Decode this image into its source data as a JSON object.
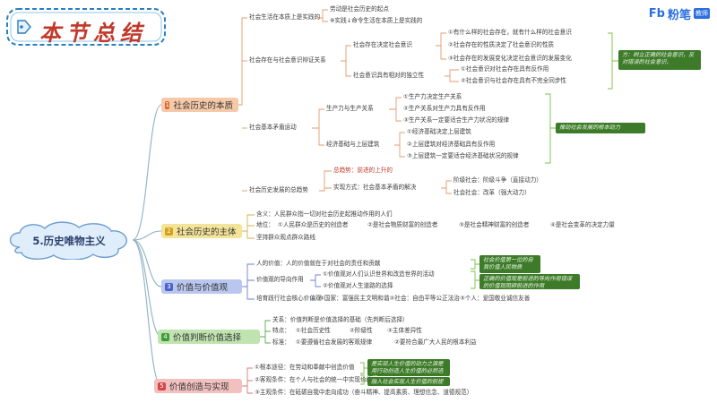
{
  "header": {
    "title": "本节总结",
    "brand_mark": "Fb",
    "brand_name": "粉笔",
    "brand_tag": "教师"
  },
  "root": {
    "label": "5.历史唯物主义"
  },
  "colors": {
    "branch1_bg": "#f6c9a8",
    "branch1_num": "#e0662a",
    "branch2_bg": "#f4e49a",
    "branch2_num": "#d4a21a",
    "branch3_bg": "#b9c6ee",
    "branch3_num": "#4a63c9",
    "branch4_bg": "#bfe4b0",
    "branch4_num": "#3f9a3a",
    "branch5_bg": "#f3c0c0",
    "branch5_num": "#d04848",
    "note_bg": "#3d7a2a",
    "line": "#8fb0c4"
  },
  "branches": [
    {
      "num": "1",
      "label": "社会历史的本质"
    },
    {
      "num": "2",
      "label": "社会历史的主体"
    },
    {
      "num": "3",
      "label": "价值与价值观"
    },
    {
      "num": "4",
      "label": "价值判断价值选择"
    },
    {
      "num": "5",
      "label": "价值创造与实现"
    }
  ],
  "b1": {
    "s1": {
      "label": "社会生活在本质上是实践的",
      "i1": "劳动是社会历史的起点",
      "i2": "※实践↓命令生活在本质上是实践的"
    },
    "s2": {
      "label": "社会存在与社会意识辩证关系",
      "a": {
        "label": "社会存在决定社会意识",
        "i1": "①有什么样的社会存在，就有什么样的社会意识",
        "i2": "②社会存在的性质决定了社会意识的性质",
        "i3": "③社会存在的发展变化决定社会意识的发展变化"
      },
      "b": {
        "label": "社会意识具有相对的独立性",
        "i1": "①社会意识对社会存在具有反作用",
        "i2": "②社会意识与社会存在具有不完全同步性"
      },
      "note": "方：树立正确的社会意识，反对错误的社会意识。"
    },
    "s3": {
      "label": "社会基本矛盾运动",
      "a": {
        "label": "生产力与生产关系",
        "i1": "①生产力决定生产关系",
        "i2": "②生产关系对生产力具有反作用",
        "i3": "③生产关系一定要适合生产力状况的规律"
      },
      "b": {
        "label": "经济基础与上层建筑",
        "i1": "①经济基础决定上层建筑",
        "i2": "②上层建筑对经济基础具有反作用",
        "i3": "③上层建筑一定要适合经济基础状况的规律"
      },
      "note": "推动社会发展的根本动力"
    },
    "s4": {
      "label": "社会历史发展的总趋势",
      "i1": "总趋势：前进的上升的",
      "i2": "实现方式：社会基本矛盾的解决",
      "c1": "阶级社会：阶级斗争（直接动力）",
      "c2": "社会社会：改革（强大动力）"
    }
  },
  "b2": {
    "i1": "含义：人民群众指一切对社会历史起推动作用的人们",
    "i2": "地位：",
    "i2a": "①人民群众是历史的创造者",
    "i2b": "②是社会物质财富的创造者",
    "i2c": "③是社会精神财富的创造者",
    "i2d": "④是社会变革的决定力量",
    "i3": "坚持群众观点群众路线"
  },
  "b3": {
    "i1": "人的价值：人的价值就在于对社会的责任和贡献",
    "i2": "价值观的导向作用",
    "i2a": "①价值观对人们认识世界和改造世界的活动",
    "i2b": "②价值观对人生道路的选择",
    "i3": "培育践行社会核心价值观",
    "i3a": "③国家：富强民主文明和谐②社会：自由平等公正法治③个人：爱国敬业诚信友善",
    "note1": "社会价值第一位的自我价值人民物质",
    "note2": "正确的价值观是前进的导向作用错误的价值观阻碍前进的作用"
  },
  "b4": {
    "i1": "关系：价值判断是价值选择的基础（先判断后选择）",
    "i2": "特点：",
    "i2a": "①社会历史性",
    "i2b": "②阶级性",
    "i2c": "③主体差异性",
    "i3": "标准：",
    "i3a": "①要遵循社会发展的客观规律",
    "i3b": "②要符合最广大人民的根本利益"
  },
  "b5": {
    "i1": "①根本途径：在劳动和奉献中创造价值",
    "i2": "②客观条件：在个人与社会的统一中实现价值",
    "i3": "③主观条件：在砥砺自我中走向成功（奋斗精神、提高素质、理想信念、道德规范）",
    "note1": "是实现人生价值的动力之源是用行动创造人生价值的必然选择",
    "note2": "融入社会实现人生价值的前提"
  }
}
